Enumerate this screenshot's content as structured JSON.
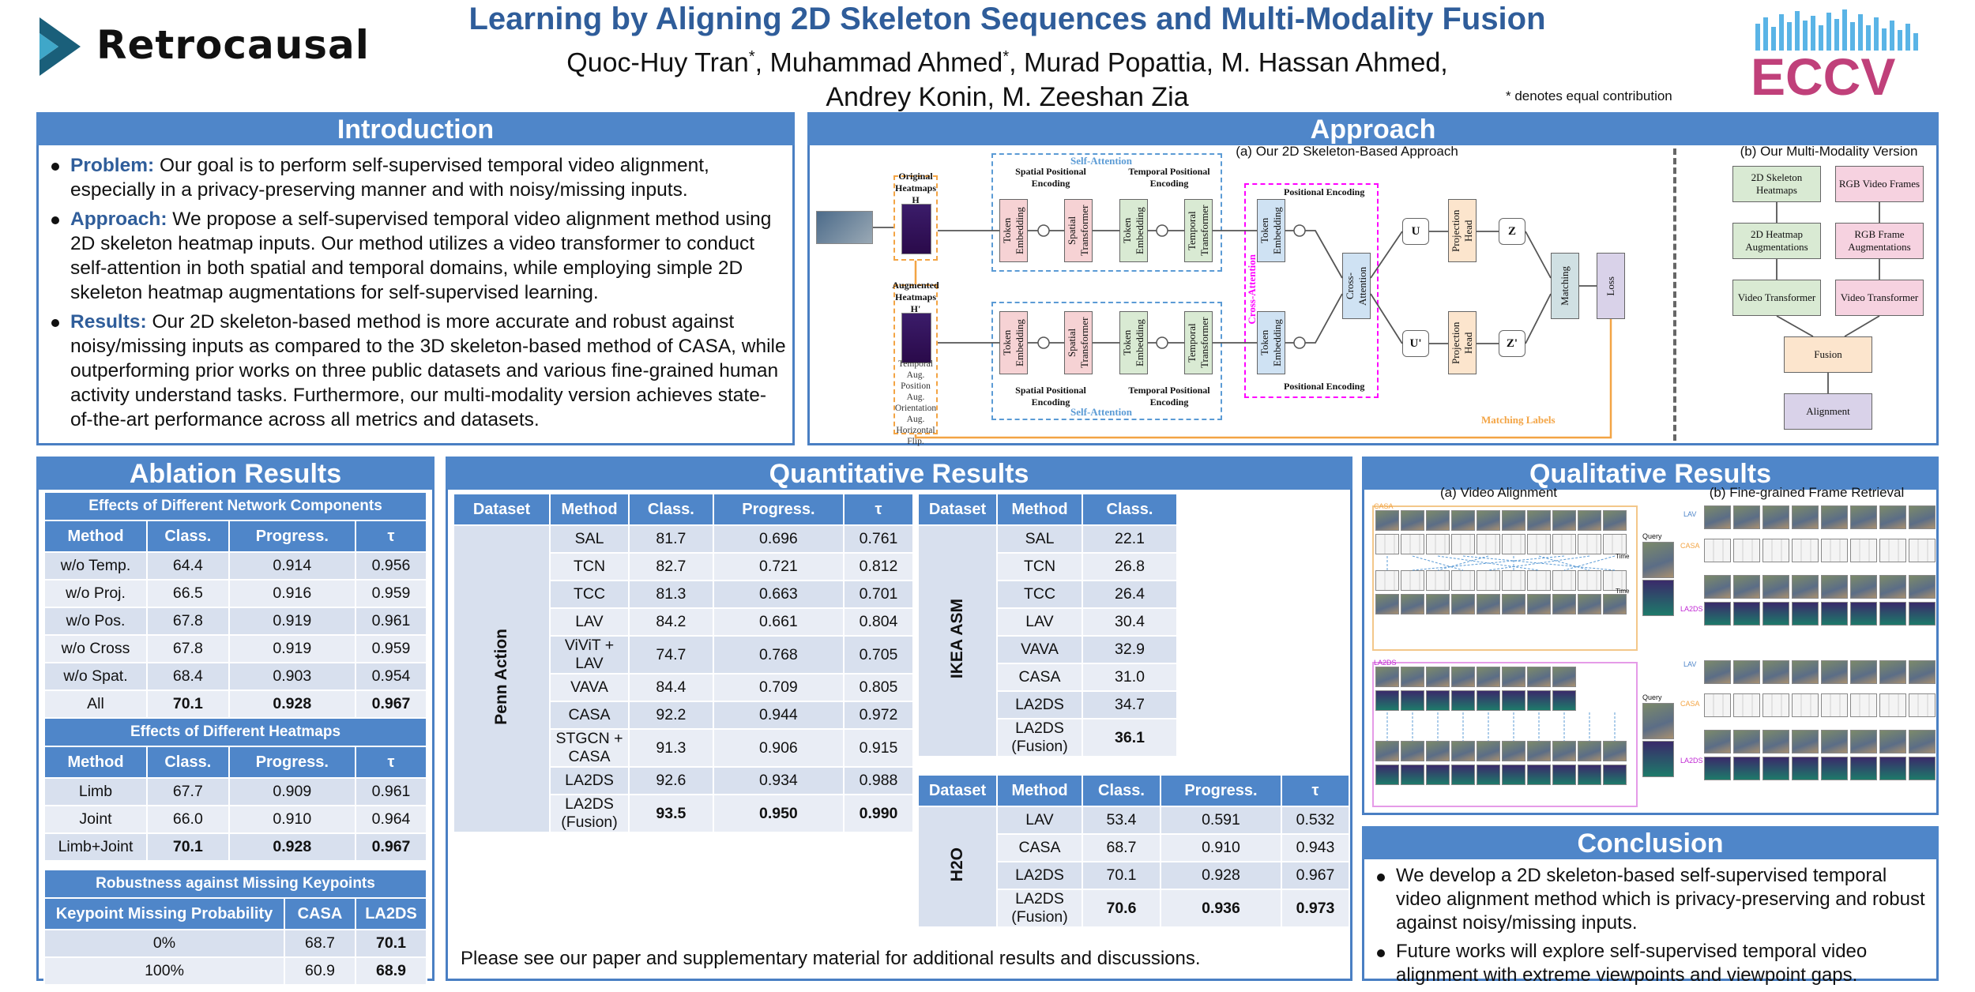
{
  "header": {
    "logo_text": "Retrocausal",
    "title": "Learning by Aligning 2D Skeleton Sequences and Multi-Modality Fusion",
    "authors_line1": [
      "Quoc-Huy Tran",
      "*",
      ", Muhammad Ahmed",
      "*",
      ", Murad Popattia, M. Hassan Ahmed,"
    ],
    "authors_line2": "Andrey Konin, M. Zeeshan Zia",
    "equal_note": "* denotes equal contribution",
    "conf_logo": "ECCV"
  },
  "colors": {
    "accent": "#4f86c9",
    "title": "#2f5d9a",
    "orange": "#f3a444",
    "magenta": "#ff00ff"
  },
  "intro": {
    "heading": "Introduction",
    "items": [
      {
        "kw": "Problem:",
        "text": " Our goal is to perform self-supervised temporal video alignment, especially in a privacy-preserving manner and with noisy/missing inputs."
      },
      {
        "kw": "Approach:",
        "text": " We propose a self-supervised temporal video alignment method using 2D skeleton heatmap inputs. Our method utilizes a video transformer to conduct self-attention in both spatial and temporal domains, while employing simple 2D skeleton heatmap augmentations for self-supervised learning."
      },
      {
        "kw": "Results:",
        "text": " Our 2D skeleton-based method is more accurate and robust against noisy/missing inputs as compared to the 3D skeleton-based method of CASA, while outperforming prior works on three public datasets and various fine-grained human activity understand tasks. Furthermore, our multi-modality version achieves state-of-the-art performance across all metrics and datasets."
      }
    ]
  },
  "approach": {
    "heading": "Approach",
    "cap_a": "(a) Our 2D Skeleton-Based Approach",
    "cap_b": "(b) Our Multi-Modality Version",
    "orig": "Original Heatmaps  H",
    "aug": "Augmented Heatmaps  H'",
    "aug_list": "Temporal Aug. Position Aug. Orientation Aug. Horizontal Flip.",
    "self_attention": "Self-Attention",
    "cross_attention": "Cross-Attention",
    "spatial_pe": "Spatial Positional Encoding",
    "temporal_pe": "Temporal Positional Encoding",
    "pos_enc": "Positional Encoding",
    "token_emb": "Token Embedding",
    "spatial_tr": "Spatial Transformer",
    "temporal_tr": "Temporal Transformer",
    "cross_attn_box": "Cross-Attention",
    "u": "U",
    "u2": "U'",
    "z": "Z",
    "z2": "Z'",
    "proj_head": "Projection Head",
    "matching": "Matching",
    "loss": "Loss",
    "matching_labels": "Matching Labels",
    "mm": {
      "skel": "2D Skeleton Heatmaps",
      "rgb": "RGB Video Frames",
      "hm_aug": "2D Heatmap Augmentations",
      "rgb_aug": "RGB Frame Augmentations",
      "vt": "Video Transformer",
      "fusion": "Fusion",
      "alignment": "Alignment"
    }
  },
  "ablation": {
    "heading": "Ablation Results",
    "t1_title": "Effects of Different Network Components",
    "cols": [
      "Method",
      "Class.",
      "Progress.",
      "τ"
    ],
    "t1_rows": [
      [
        "w/o Temp.",
        "64.4",
        "0.914",
        "0.956"
      ],
      [
        "w/o Proj.",
        "66.5",
        "0.916",
        "0.959"
      ],
      [
        "w/o Pos.",
        "67.8",
        "0.919",
        "0.961"
      ],
      [
        "w/o Cross",
        "67.8",
        "0.919",
        "0.959"
      ],
      [
        "w/o Spat.",
        "68.4",
        "0.903",
        "0.954"
      ],
      [
        "All",
        "70.1",
        "0.928",
        "0.967"
      ]
    ],
    "t2_title": "Effects of Different Heatmaps",
    "t2_rows": [
      [
        "Limb",
        "67.7",
        "0.909",
        "0.961"
      ],
      [
        "Joint",
        "66.0",
        "0.910",
        "0.964"
      ],
      [
        "Limb+Joint",
        "70.1",
        "0.928",
        "0.967"
      ]
    ],
    "t3_title": "Robustness against Missing Keypoints",
    "t3_cols": [
      "Keypoint Missing Probability",
      "CASA",
      "LA2DS"
    ],
    "t3_rows": [
      [
        "0%",
        "68.7",
        "70.1"
      ],
      [
        "100%",
        "60.9",
        "68.9"
      ]
    ]
  },
  "quant": {
    "heading": "Quantitative Results",
    "cols5": [
      "Dataset",
      "Method",
      "Class.",
      "Progress.",
      "τ"
    ],
    "cols3": [
      "Dataset",
      "Method",
      "Class."
    ],
    "penn_label": "Penn Action",
    "penn_rows": [
      [
        "SAL",
        "81.7",
        "0.696",
        "0.761"
      ],
      [
        "TCN",
        "82.7",
        "0.721",
        "0.812"
      ],
      [
        "TCC",
        "81.3",
        "0.663",
        "0.701"
      ],
      [
        "LAV",
        "84.2",
        "0.661",
        "0.804"
      ],
      [
        "ViViT + LAV",
        "74.7",
        "0.768",
        "0.705"
      ],
      [
        "VAVA",
        "84.4",
        "0.709",
        "0.805"
      ],
      [
        "CASA",
        "92.2",
        "0.944",
        "0.972"
      ],
      [
        "STGCN + CASA",
        "91.3",
        "0.906",
        "0.915"
      ],
      [
        "LA2DS",
        "92.6",
        "0.934",
        "0.988"
      ],
      [
        "LA2DS (Fusion)",
        "93.5",
        "0.950",
        "0.990"
      ]
    ],
    "ikea_label": "IKEA ASM",
    "ikea_rows": [
      [
        "SAL",
        "22.1"
      ],
      [
        "TCN",
        "26.8"
      ],
      [
        "TCC",
        "26.4"
      ],
      [
        "LAV",
        "30.4"
      ],
      [
        "VAVA",
        "32.9"
      ],
      [
        "CASA",
        "31.0"
      ],
      [
        "LA2DS",
        "34.7"
      ],
      [
        "LA2DS (Fusion)",
        "36.1"
      ]
    ],
    "h2o_label": "H2O",
    "h2o_rows": [
      [
        "LAV",
        "53.4",
        "0.591",
        "0.532"
      ],
      [
        "CASA",
        "68.7",
        "0.910",
        "0.943"
      ],
      [
        "LA2DS",
        "70.1",
        "0.928",
        "0.967"
      ],
      [
        "LA2DS (Fusion)",
        "70.6",
        "0.936",
        "0.973"
      ]
    ],
    "note": "Please see our paper and supplementary material for additional results and discussions."
  },
  "qual": {
    "heading": "Qualitative Results",
    "cap_a": "(a) Video Alignment",
    "cap_b": "(b) Fine-grained Frame Retrieval",
    "casa": "CASA",
    "la2ds": "LA2DS",
    "lav": "LAV",
    "query": "Query",
    "time": "Time"
  },
  "conclusion": {
    "heading": "Conclusion",
    "items": [
      "We develop a 2D skeleton-based self-supervised temporal video alignment method which is privacy-preserving and robust against noisy/missing inputs.",
      "Future works will explore self-supervised temporal video alignment with extreme viewpoints and viewpoint gaps."
    ]
  }
}
